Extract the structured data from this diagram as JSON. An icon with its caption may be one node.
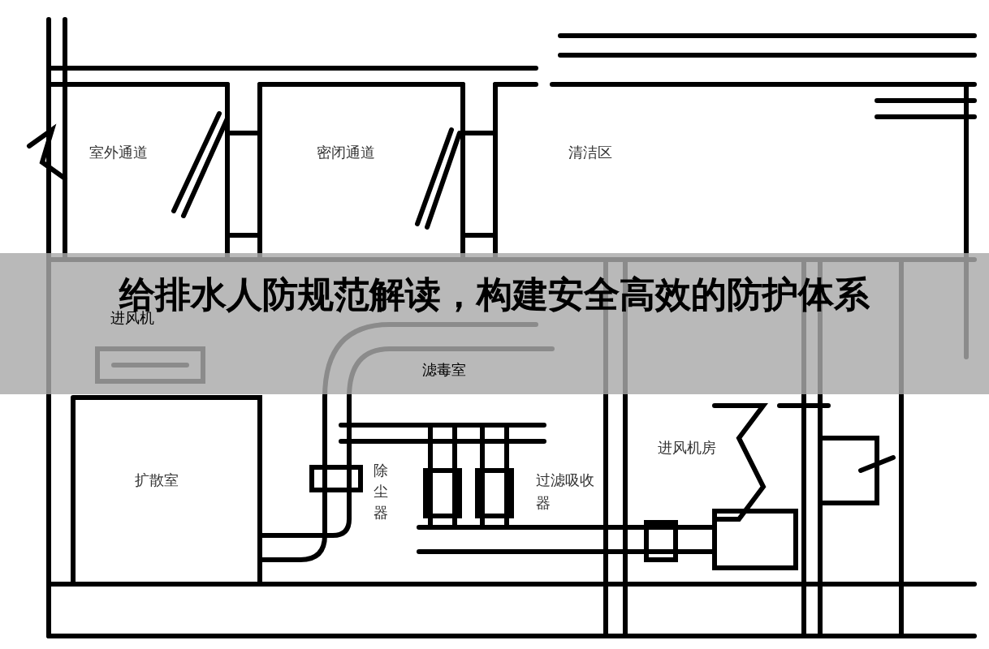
{
  "diagram": {
    "title": "给排水人防规范解读，构建安全高效的防护体系",
    "nodes": [
      {
        "text": [
          "室外通道"
        ]
      },
      {
        "text": [
          "密闭通道"
        ]
      },
      {
        "text": [
          "清洁区"
        ]
      },
      {
        "text": [
          "进风机"
        ]
      },
      {
        "text": [
          "滤毒室"
        ]
      },
      {
        "text": [
          "扩散室"
        ]
      },
      {
        "text": [
          "除尘器"
        ]
      },
      {
        "text": [
          "过滤吸收器"
        ]
      },
      {
        "text": [
          "进风机房"
        ]
      }
    ],
    "edges": []
  }
}
